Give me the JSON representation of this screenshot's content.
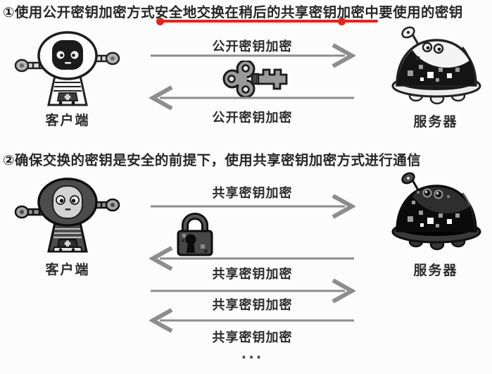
{
  "diagram": {
    "colors": {
      "arrow_gray": "#8d8d8d",
      "annotation_red": "#e3241a",
      "text_dark": "#2b2b2b",
      "background": "#fcfcfc"
    },
    "step1": {
      "heading": "①使用公开密钥加密方式安全地交换在稍后的共享密钥加密中要使用的密钥",
      "client_label": "客户端",
      "server_label": "服务器",
      "arrow1_label": "公开密钥加密",
      "arrow2_label": "公开密钥加密",
      "exchange_icon": "key-icon"
    },
    "step2": {
      "heading": "②确保交换的密钥是安全的前提下，使用共享密钥加密方式进行通信",
      "client_label": "客户端",
      "server_label": "服务器",
      "arrow1_label": "共享密钥加密",
      "arrow2_label": "共享密钥加密",
      "arrow3_label": "共享密钥加密",
      "arrow4_label": "共享密钥加密",
      "exchange_icon": "lock-icon",
      "ellipsis": "..."
    }
  }
}
